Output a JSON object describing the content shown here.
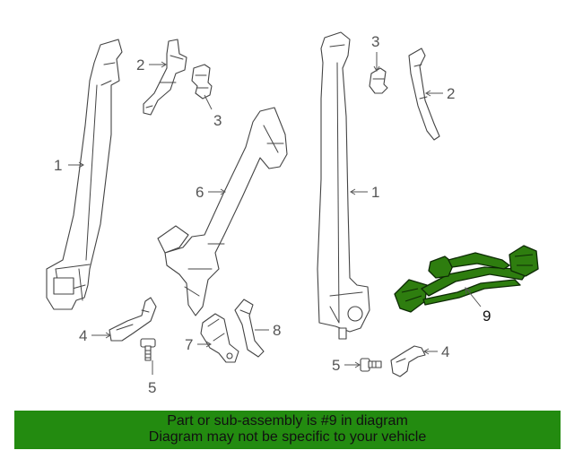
{
  "callouts": {
    "c1_left": "1",
    "c2_top_left": "2",
    "c3_top_left": "3",
    "c6": "6",
    "c4_left": "4",
    "c5_left": "5",
    "c7": "7",
    "c8": "8",
    "c3_top_right": "3",
    "c2_right": "2",
    "c1_right": "1",
    "c9": "9",
    "c4_right": "4",
    "c5_right": "5"
  },
  "highlighted_part": "9",
  "colors": {
    "highlight": "#2e7d0f",
    "banner": "#238b10"
  },
  "banner": {
    "line1": "Part or sub-assembly is #9 in diagram",
    "line2": "Diagram may not be specific to your vehicle"
  }
}
